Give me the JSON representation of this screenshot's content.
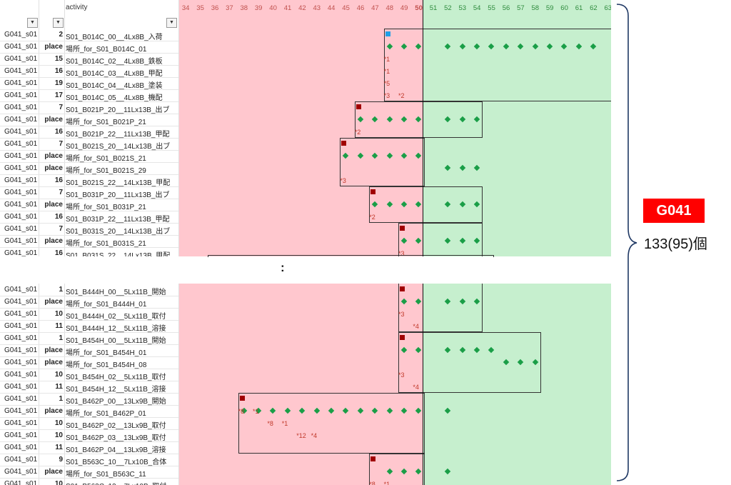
{
  "header": {
    "activity_label": "activity",
    "filter_icon_a": "funnel-filter-icon",
    "filter_icon_b": "dropdown-arrow-icon",
    "filter_icon_c": "dropdown-arrow-icon"
  },
  "columns": {
    "numbers": [
      34,
      35,
      36,
      37,
      38,
      39,
      40,
      41,
      42,
      43,
      44,
      45,
      46,
      47,
      48,
      49,
      50,
      51,
      52,
      53,
      54,
      55,
      56,
      57,
      58,
      59,
      60,
      61,
      62,
      63
    ],
    "highlight": 50
  },
  "colors": {
    "late": "#ffc7ce",
    "plan": "#c6efce",
    "mark": "#1a9e47",
    "start": "#a00000",
    "done": "#1ea0e8",
    "badge": "#ff0000"
  },
  "sections": [
    {
      "rows": [
        {
          "a": "G041_s01",
          "b": "2",
          "c": "S01_B014C_00__4Lx8B_入荷"
        },
        {
          "a": "G041_s01",
          "b": "place",
          "c": "場所_for_S01_B014C_01"
        },
        {
          "a": "G041_s01",
          "b": "15",
          "c": "S01_B014C_02__4Lx8B_鉄板"
        },
        {
          "a": "G041_s01",
          "b": "16",
          "c": "S01_B014C_03__4Lx8B_甲配"
        },
        {
          "a": "G041_s01",
          "b": "19",
          "c": "S01_B014C_04__4Lx8B_塗装"
        },
        {
          "a": "G041_s01",
          "b": "17",
          "c": "S01_B014C_05__4Lx8B_機配"
        },
        {
          "a": "G041_s01",
          "b": "7",
          "c": "S01_B021P_20__11Lx13B_出ブ"
        },
        {
          "a": "G041_s01",
          "b": "place",
          "c": "場所_for_S01_B021P_21"
        },
        {
          "a": "G041_s01",
          "b": "16",
          "c": "S01_B021P_22__11Lx13B_甲配"
        },
        {
          "a": "G041_s01",
          "b": "7",
          "c": "S01_B021S_20__14Lx13B_出ブ"
        },
        {
          "a": "G041_s01",
          "b": "place",
          "c": "場所_for_S01_B021S_21"
        },
        {
          "a": "G041_s01",
          "b": "place",
          "c": "場所_for_S01_B021S_29"
        },
        {
          "a": "G041_s01",
          "b": "16",
          "c": "S01_B021S_22__14Lx13B_甲配"
        },
        {
          "a": "G041_s01",
          "b": "7",
          "c": "S01_B031P_20__11Lx13B_出ブ"
        },
        {
          "a": "G041_s01",
          "b": "place",
          "c": "場所_for_S01_B031P_21"
        },
        {
          "a": "G041_s01",
          "b": "16",
          "c": "S01_B031P_22__11Lx13B_甲配"
        },
        {
          "a": "G041_s01",
          "b": "7",
          "c": "S01_B031S_20__14Lx13B_出ブ"
        },
        {
          "a": "G041_s01",
          "b": "place",
          "c": "場所_for_S01_B031S_21"
        },
        {
          "a": "G041_s01",
          "b": "16",
          "c": "S01_B031S_22__14Lx13B_甲配"
        }
      ]
    },
    {
      "rows": [
        {
          "a": "G041_s01",
          "b": "1",
          "c": "S01_B444H_00__5Lx11B_開始"
        },
        {
          "a": "G041_s01",
          "b": "place",
          "c": "場所_for_S01_B444H_01"
        },
        {
          "a": "G041_s01",
          "b": "10",
          "c": "S01_B444H_02__5Lx11B_取付"
        },
        {
          "a": "G041_s01",
          "b": "11",
          "c": "S01_B444H_12__5Lx11B_溶接"
        },
        {
          "a": "G041_s01",
          "b": "1",
          "c": "S01_B454H_00__5Lx11B_開始"
        },
        {
          "a": "G041_s01",
          "b": "place",
          "c": "場所_for_S01_B454H_01"
        },
        {
          "a": "G041_s01",
          "b": "place",
          "c": "場所_for_S01_B454H_08"
        },
        {
          "a": "G041_s01",
          "b": "10",
          "c": "S01_B454H_02__5Lx11B_取付"
        },
        {
          "a": "G041_s01",
          "b": "11",
          "c": "S01_B454H_12__5Lx11B_溶接"
        },
        {
          "a": "G041_s01",
          "b": "1",
          "c": "S01_B462P_00__13Lx9B_開始"
        },
        {
          "a": "G041_s01",
          "b": "place",
          "c": "場所_for_S01_B462P_01"
        },
        {
          "a": "G041_s01",
          "b": "10",
          "c": "S01_B462P_02__13Lx9B_取付"
        },
        {
          "a": "G041_s01",
          "b": "10",
          "c": "S01_B462P_03__13Lx9B_取付"
        },
        {
          "a": "G041_s01",
          "b": "11",
          "c": "S01_B462P_04__13Lx9B_溶接"
        },
        {
          "a": "G041_s01",
          "b": "9",
          "c": "S01_B563C_10__7Lx10B_合体"
        },
        {
          "a": "G041_s01",
          "b": "place",
          "c": "場所_for_S01_B563C_11"
        },
        {
          "a": "G041_s01",
          "b": "10",
          "c": "S01_B563C_12__7Lx10B_取付"
        }
      ]
    }
  ],
  "gantt": {
    "s1": {
      "blocks": [
        [
          48,
          63,
          0,
          5
        ],
        [
          46,
          54,
          6,
          8
        ],
        [
          45,
          50,
          9,
          12
        ],
        [
          47,
          54,
          13,
          15
        ],
        [
          49,
          54,
          16,
          18
        ]
      ],
      "diamonds": [
        [
          1,
          48,
          49,
          50,
          52,
          53,
          54,
          55,
          56,
          57,
          58,
          59,
          60,
          61,
          62
        ],
        [
          7,
          46,
          47,
          48,
          49,
          50,
          52,
          53,
          54
        ],
        [
          10,
          45,
          46,
          47,
          48,
          49,
          50
        ],
        [
          11,
          52,
          53,
          54
        ],
        [
          14,
          47,
          48,
          49,
          50,
          52,
          53,
          54
        ],
        [
          17,
          49,
          50,
          52,
          53,
          54
        ]
      ],
      "starts": [
        [
          6,
          46
        ],
        [
          9,
          45
        ],
        [
          13,
          47
        ],
        [
          16,
          49
        ]
      ],
      "done": [
        [
          0,
          48
        ]
      ],
      "notes": [
        [
          2,
          48,
          "*1"
        ],
        [
          3,
          48,
          "*1"
        ],
        [
          4,
          48,
          "*5"
        ],
        [
          5,
          48,
          "*3"
        ],
        [
          5,
          49,
          "*2"
        ],
        [
          8,
          46,
          "*2"
        ],
        [
          12,
          45,
          "*3"
        ],
        [
          15,
          47,
          "*2"
        ],
        [
          18,
          49,
          "*3"
        ]
      ]
    },
    "s2": {
      "blocks": [
        [
          49,
          54,
          0,
          3
        ],
        [
          49,
          58,
          4,
          8
        ],
        [
          38,
          50,
          9,
          13
        ],
        [
          47,
          50,
          14,
          16
        ]
      ],
      "diamonds": [
        [
          1,
          49,
          50,
          52,
          53,
          54
        ],
        [
          5,
          49,
          50,
          52,
          53,
          54,
          55
        ],
        [
          6,
          56,
          57,
          58
        ],
        [
          10,
          38,
          39,
          40,
          41,
          42,
          43,
          44,
          45,
          46,
          47,
          48,
          49,
          50,
          52
        ],
        [
          15,
          48,
          49,
          50,
          52
        ]
      ],
      "starts": [
        [
          0,
          49
        ],
        [
          4,
          49
        ],
        [
          9,
          38
        ],
        [
          14,
          47
        ]
      ],
      "done": [],
      "notes": [
        [
          2,
          49,
          "*3"
        ],
        [
          3,
          50,
          "*4"
        ],
        [
          7,
          49,
          "*3"
        ],
        [
          8,
          50,
          "*4"
        ],
        [
          10,
          38,
          "*8"
        ],
        [
          10,
          39,
          "*1"
        ],
        [
          11,
          40,
          "*8"
        ],
        [
          11,
          41,
          "*1"
        ],
        [
          12,
          42,
          "*12"
        ],
        [
          12,
          43,
          "*4"
        ],
        [
          16,
          47,
          "*8"
        ],
        [
          16,
          48,
          "*1"
        ]
      ]
    }
  },
  "ellipsis": ":",
  "summary": {
    "group": "G041",
    "count": "133(95)個"
  }
}
